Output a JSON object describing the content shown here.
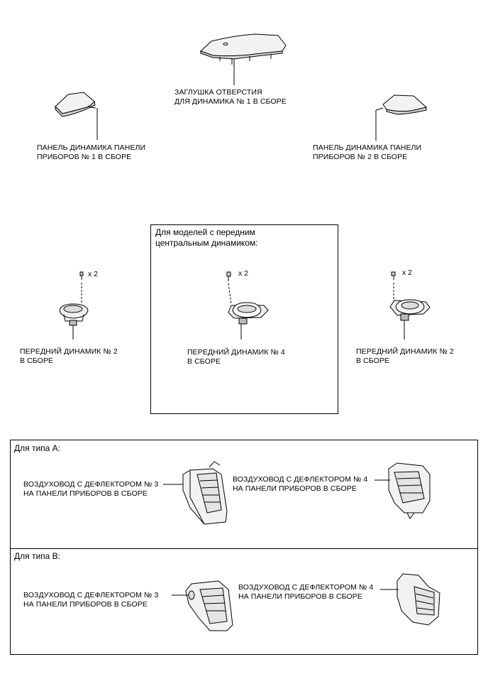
{
  "top_parts": {
    "hole_cover": {
      "line1": "ЗАГЛУШКА ОТВЕРСТИЯ",
      "line2": "ДЛЯ ДИНАМИКА № 1 В СБОРЕ"
    },
    "panel_no1": {
      "line1": "ПАНЕЛЬ ДИНАМИКА ПАНЕЛИ",
      "line2": "ПРИБОРОВ № 1 В СБОРЕ"
    },
    "panel_no2": {
      "line1": "ПАНЕЛЬ ДИНАМИКА ПАНЕЛИ",
      "line2": "ПРИБОРОВ № 2 В СБОРЕ"
    }
  },
  "speakers": {
    "center_box_title": {
      "line1": "Для моделей с передним",
      "line2": "центральным динамиком:"
    },
    "left": {
      "line1": "ПЕРЕДНИЙ ДИНАМИК № 2",
      "line2": "В СБОРЕ",
      "qty": "x 2"
    },
    "center": {
      "line1": "ПЕРЕДНИЙ ДИНАМИК № 4",
      "line2": "В СБОРЕ",
      "qty": "x 2"
    },
    "right": {
      "line1": "ПЕРЕДНИЙ ДИНАМИК № 2",
      "line2": "В СБОРЕ",
      "qty": "x 2"
    }
  },
  "type_a": {
    "title": "Для типа A:",
    "duct3": {
      "line1": "ВОЗДУХОВОД С ДЕФЛЕКТОРОМ № 3",
      "line2": "НА ПАНЕЛИ ПРИБОРОВ В СБОРЕ"
    },
    "duct4": {
      "line1": "ВОЗДУХОВОД С ДЕФЛЕКТОРОМ № 4",
      "line2": "НА ПАНЕЛИ ПРИБОРОВ В СБОРЕ"
    }
  },
  "type_b": {
    "title": "Для типа B:",
    "duct3": {
      "line1": "ВОЗДУХОВОД С ДЕФЛЕКТОРОМ № 3",
      "line2": "НА ПАНЕЛИ ПРИБОРОВ В СБОРЕ"
    },
    "duct4": {
      "line1": "ВОЗДУХОВОД С ДЕФЛЕКТОРОМ № 4",
      "line2": "НА ПАНЕЛИ ПРИБОРОВ В СБОРЕ"
    }
  }
}
